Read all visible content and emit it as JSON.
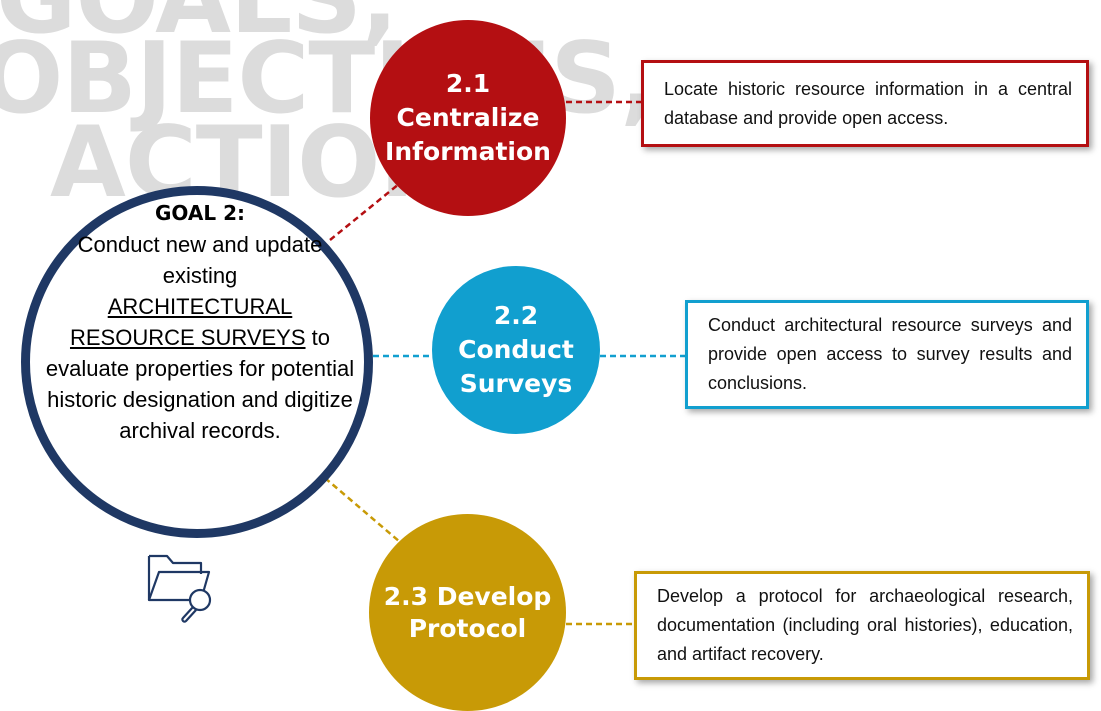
{
  "background_heading": {
    "line1": "GOALS,",
    "line2": "OBJECTIVES,",
    "line3": "ACTIONS"
  },
  "goal": {
    "title": "GOAL 2:",
    "text_before": "Conduct new and update existing",
    "emphasis_line1": "ARCHITECTURAL",
    "emphasis_line2": "RESOURCE SURVEYS",
    "text_after": "to evaluate properties for potential historic designation and digitize archival records."
  },
  "objectives": [
    {
      "number": "2.1",
      "title_line1": "Centralize",
      "title_line2": "Information",
      "color": "#b40f12",
      "action": "Locate historic resource information in a central database and provide open access."
    },
    {
      "number": "2.2",
      "title_line1": "Conduct",
      "title_line2": "Surveys",
      "color": "#119fcf",
      "action": "Conduct architectural resource surveys and provide open access to survey results and conclusions."
    },
    {
      "number": "2.3 Develop",
      "title_line1": "Protocol",
      "color": "#c89a06",
      "action": "Develop a protocol for archaeological research, documentation (including oral histories), education, and artifact recovery."
    }
  ],
  "colors": {
    "goal_ring": "#1f3864",
    "watermark": "#dcdcdc"
  },
  "icons": {
    "goal": "folder-search-icon"
  }
}
